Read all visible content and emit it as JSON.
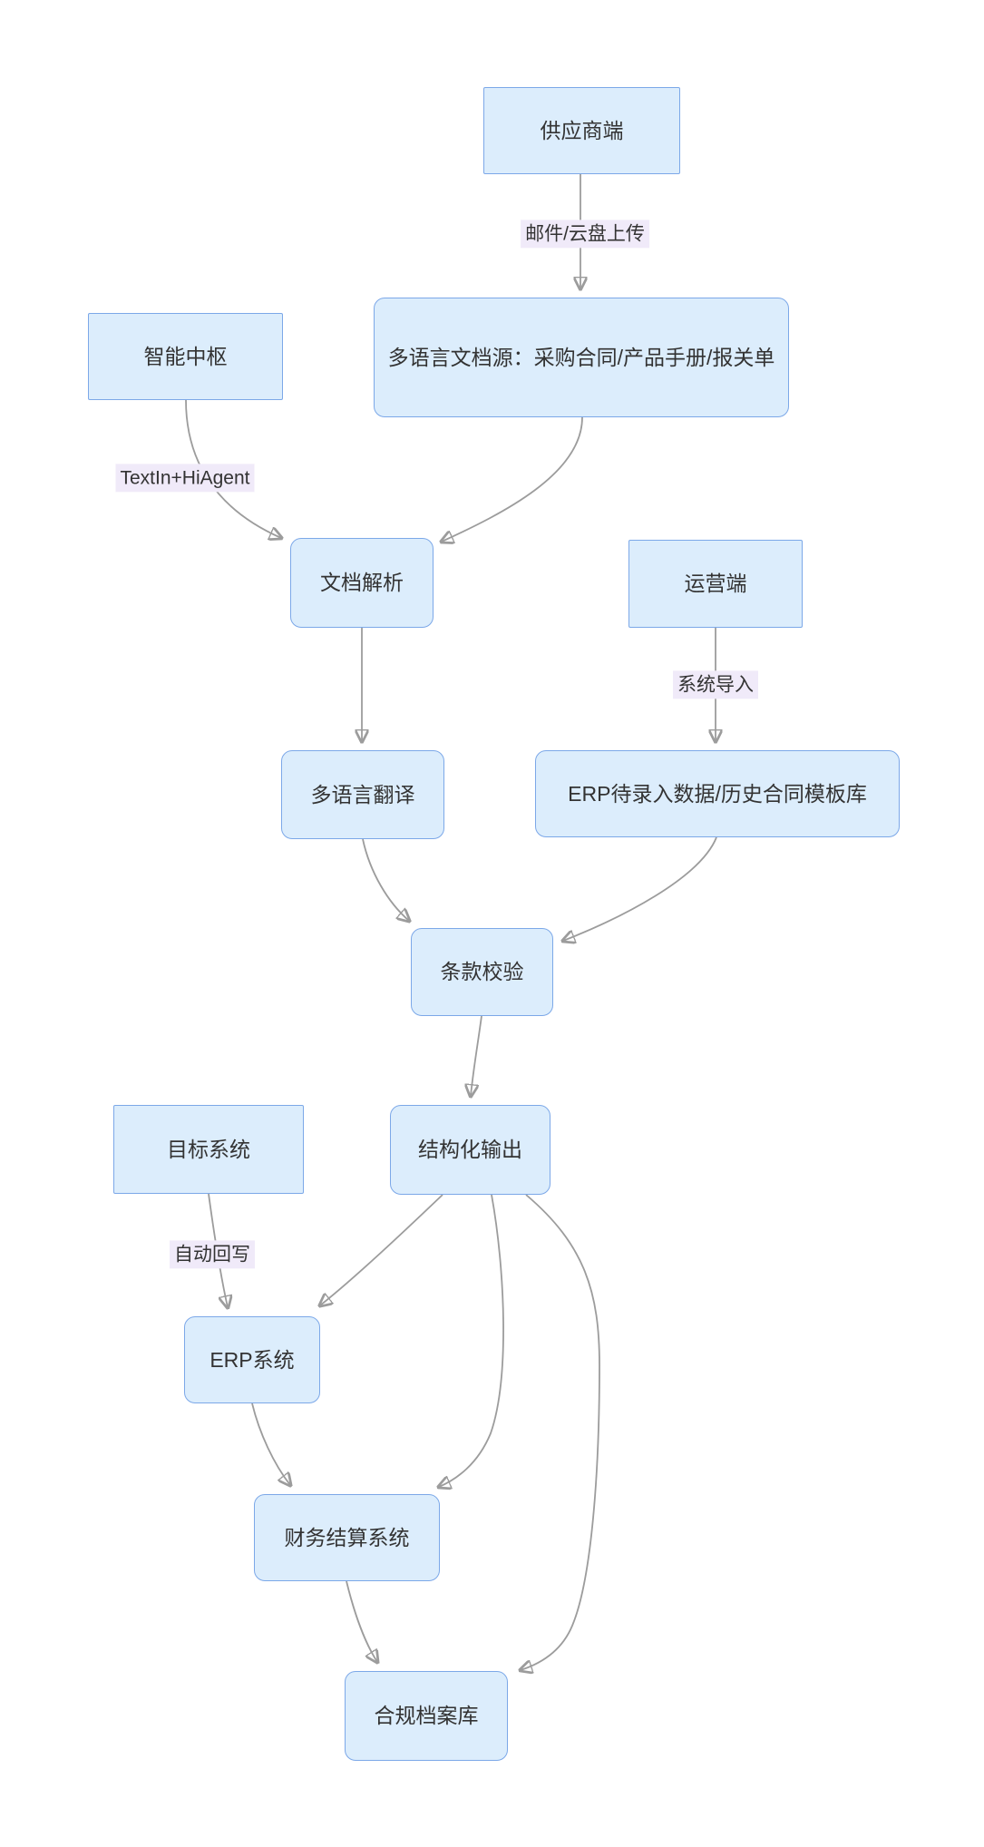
{
  "diagram_title": "multilingual-document-processing-flow",
  "colors": {
    "node_fill": "#dcedfc",
    "node_border": "#7ca8e8",
    "edge_line": "#9c9c9c",
    "edge_label_bg": "#f0eaf9",
    "text": "#333333",
    "background": "#ffffff"
  },
  "nodes": {
    "supplier": {
      "label": "供应商端",
      "shape": "rect"
    },
    "doc_source": {
      "label": "多语言文档源：采购合同/产品手册/报关单",
      "shape": "rounded"
    },
    "hub": {
      "label": "智能中枢",
      "shape": "rect"
    },
    "parse": {
      "label": "文档解析",
      "shape": "rounded"
    },
    "ops": {
      "label": "运营端",
      "shape": "rect"
    },
    "translate": {
      "label": "多语言翻译",
      "shape": "rounded"
    },
    "erp_data": {
      "label": "ERP待录入数据/历史合同模板库",
      "shape": "rounded"
    },
    "term_check": {
      "label": "条款校验",
      "shape": "rounded"
    },
    "structured": {
      "label": "结构化输出",
      "shape": "rounded"
    },
    "target": {
      "label": "目标系统",
      "shape": "rect"
    },
    "erp_sys": {
      "label": "ERP系统",
      "shape": "rounded"
    },
    "finance": {
      "label": "财务结算系统",
      "shape": "rounded"
    },
    "archive": {
      "label": "合规档案库",
      "shape": "rounded"
    }
  },
  "edge_labels": {
    "upload": {
      "label": "邮件/云盘上传"
    },
    "textin": {
      "label": "TextIn+HiAgent"
    },
    "sys_import": {
      "label": "系统导入"
    },
    "writeback": {
      "label": "自动回写"
    }
  },
  "edges": [
    {
      "from": "supplier",
      "to": "doc_source",
      "label": "邮件/云盘上传"
    },
    {
      "from": "hub",
      "to": "parse",
      "label": "TextIn+HiAgent"
    },
    {
      "from": "doc_source",
      "to": "parse",
      "label": ""
    },
    {
      "from": "parse",
      "to": "translate",
      "label": ""
    },
    {
      "from": "ops",
      "to": "erp_data",
      "label": "系统导入"
    },
    {
      "from": "translate",
      "to": "term_check",
      "label": ""
    },
    {
      "from": "erp_data",
      "to": "term_check",
      "label": ""
    },
    {
      "from": "term_check",
      "to": "structured",
      "label": ""
    },
    {
      "from": "target",
      "to": "erp_sys",
      "label": "自动回写"
    },
    {
      "from": "structured",
      "to": "erp_sys",
      "label": ""
    },
    {
      "from": "structured",
      "to": "finance",
      "label": ""
    },
    {
      "from": "erp_sys",
      "to": "finance",
      "label": ""
    },
    {
      "from": "finance",
      "to": "archive",
      "label": ""
    },
    {
      "from": "structured",
      "to": "archive",
      "label": ""
    }
  ]
}
